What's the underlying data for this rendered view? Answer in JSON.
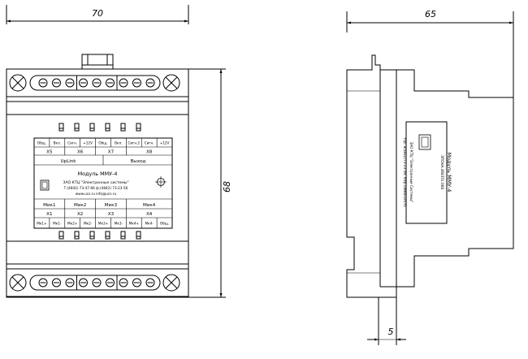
{
  "dimensions": {
    "front_width": "70",
    "front_height": "68",
    "side_width": "65",
    "side_offset": "5"
  },
  "front_label": {
    "top_headers": [
      "Общ.",
      "Вкл.",
      "Сигн.",
      "+12V",
      "Общ.",
      "Вкл.",
      "Сигн.2",
      "Сигн.",
      "+12V"
    ],
    "top_connectors": [
      "X5",
      "X6",
      "X7",
      "X8"
    ],
    "uplink": "UpLink",
    "output": "Выход",
    "module_name": "Модуль ММУ-4",
    "company": "ЗАО КТЦ \"Электронные системы\"",
    "phone": "Т.(4842) 73-47-66 ф.(4842) 73-23-56",
    "web": "www.ucs.ru   info@ucs.ru",
    "mic_labels": [
      "Мик1",
      "Мик2",
      "Мик3",
      "Мик4"
    ],
    "bottom_connectors": [
      "X1",
      "X2",
      "X3",
      "X4"
    ],
    "bottom_pins": [
      "Мк1+",
      "Мк1-",
      "Мк2+",
      "Мк2-",
      "Мк3+",
      "Мк3-",
      "Мк4+",
      "Мк4-",
      "Общ."
    ]
  },
  "side_label": {
    "line1": "Модуль ММУ-4",
    "line2": "ЭПОНА.468351.008",
    "line3": "ЗАО КТЦ \"Электронные Системы\"",
    "line4": "т/ф: 8(4842)73-23-56; http://www.ucs.ru"
  }
}
